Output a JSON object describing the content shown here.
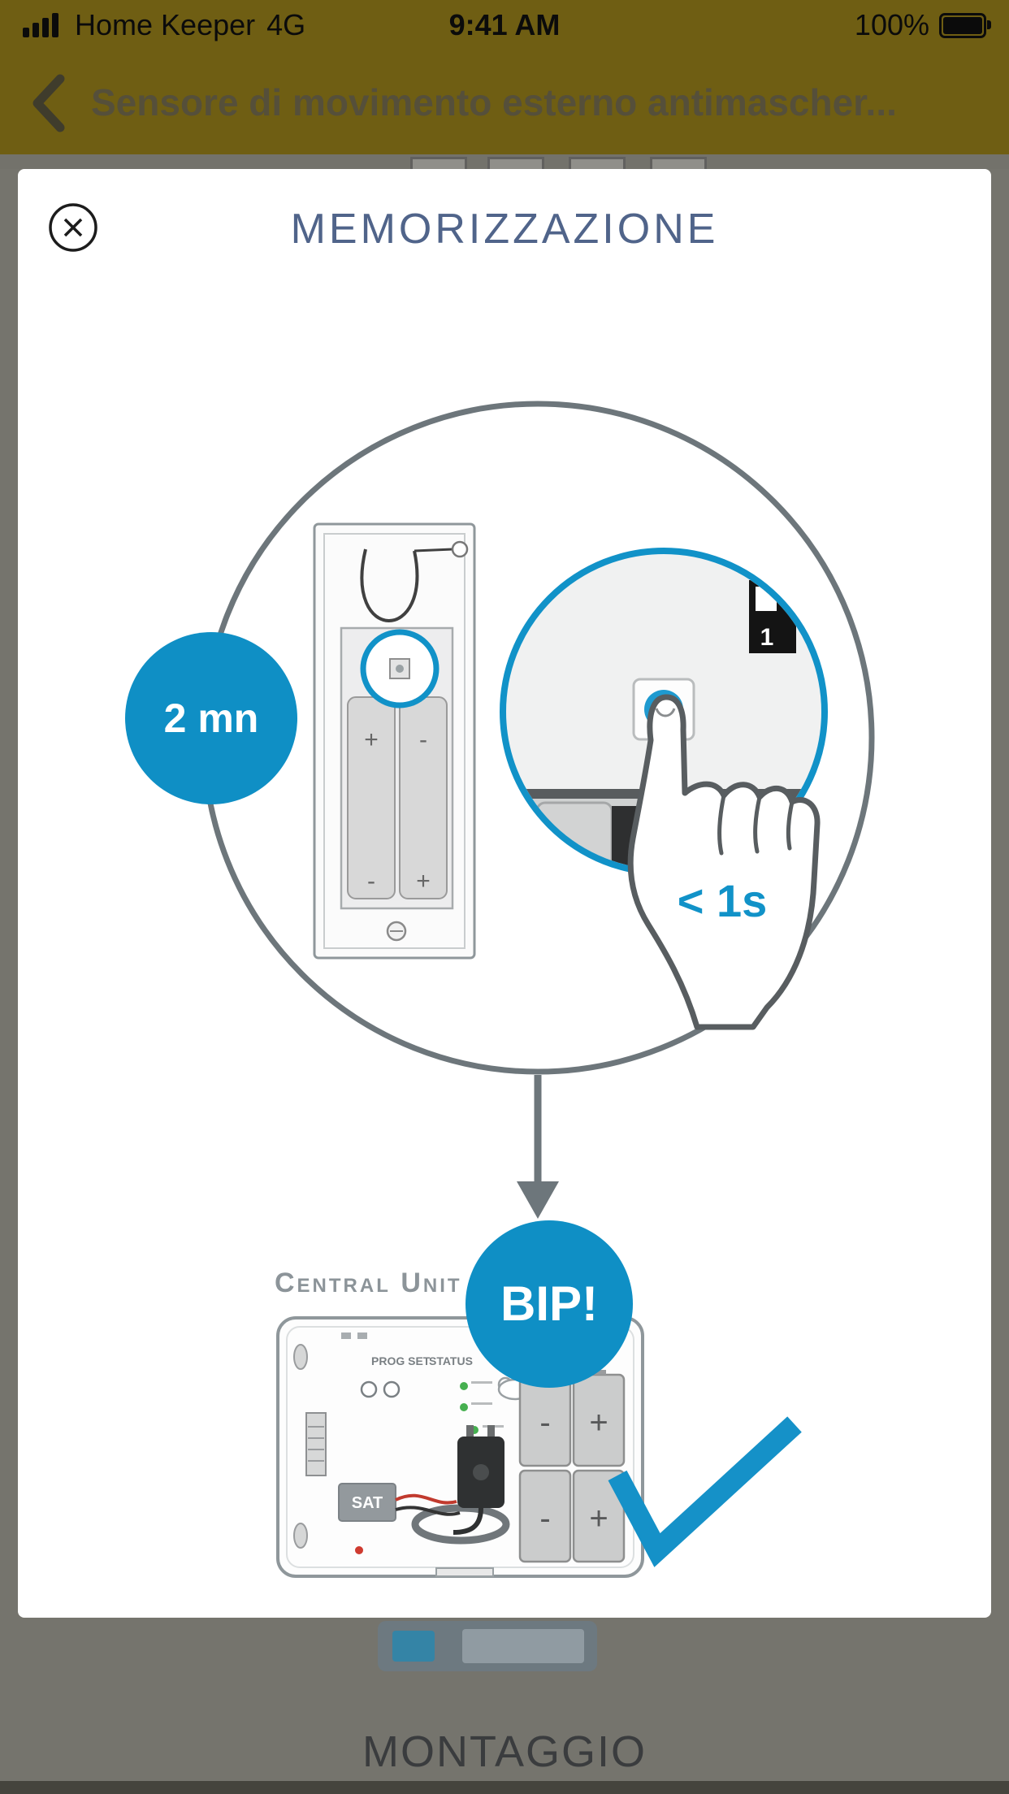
{
  "status_bar": {
    "carrier": "Home Keeper",
    "network": "4G",
    "time": "9:41 AM",
    "battery_percent": "100%"
  },
  "nav": {
    "title": "Sensore di movimento esterno antimascher..."
  },
  "modal": {
    "title": "MEMORIZZAZIONE",
    "labels": {
      "duration": "2 mn",
      "press_time": "< 1s",
      "beep": "BIP!",
      "central_unit": "Central Unit"
    },
    "illustration_text": {
      "prog_set": "PROG SET",
      "status": "STATUS",
      "sat": "SAT",
      "dip": "1",
      "plus": "+",
      "minus": "-"
    }
  },
  "background": {
    "section_title": "MONTAGGIO"
  },
  "colors": {
    "accent_blue": "#0f8fc5",
    "title_slate": "#50648a",
    "circle_gray": "#6d767b",
    "header_olive": "#6f5e13"
  }
}
